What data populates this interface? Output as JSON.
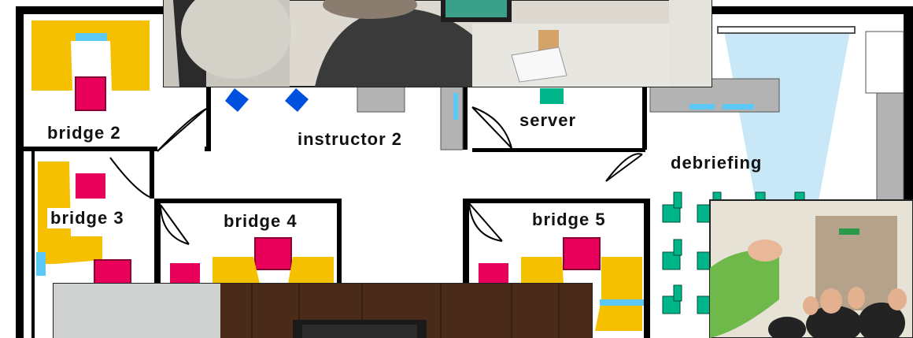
{
  "rooms": {
    "bridge2": "bridge 2",
    "bridge3": "bridge 3",
    "bridge4": "bridge 4",
    "bridge5": "bridge 5",
    "instructor2": "instructor 2",
    "server": "server",
    "debriefing": "debriefing"
  },
  "photos": {
    "top": "photo of trainees at a simulator workstation",
    "bottom_left": "photo of a simulator console",
    "right": "photo of a debriefing session"
  },
  "colors": {
    "wall": "#000000",
    "console": "#f5c000",
    "chair": "#e8005a",
    "screen": "#5bc8f5",
    "seat_green": "#00b58a",
    "instructor_chair": "#0050e0",
    "cabinet": "#b3b3b3",
    "projection": "#c8e8f8"
  }
}
